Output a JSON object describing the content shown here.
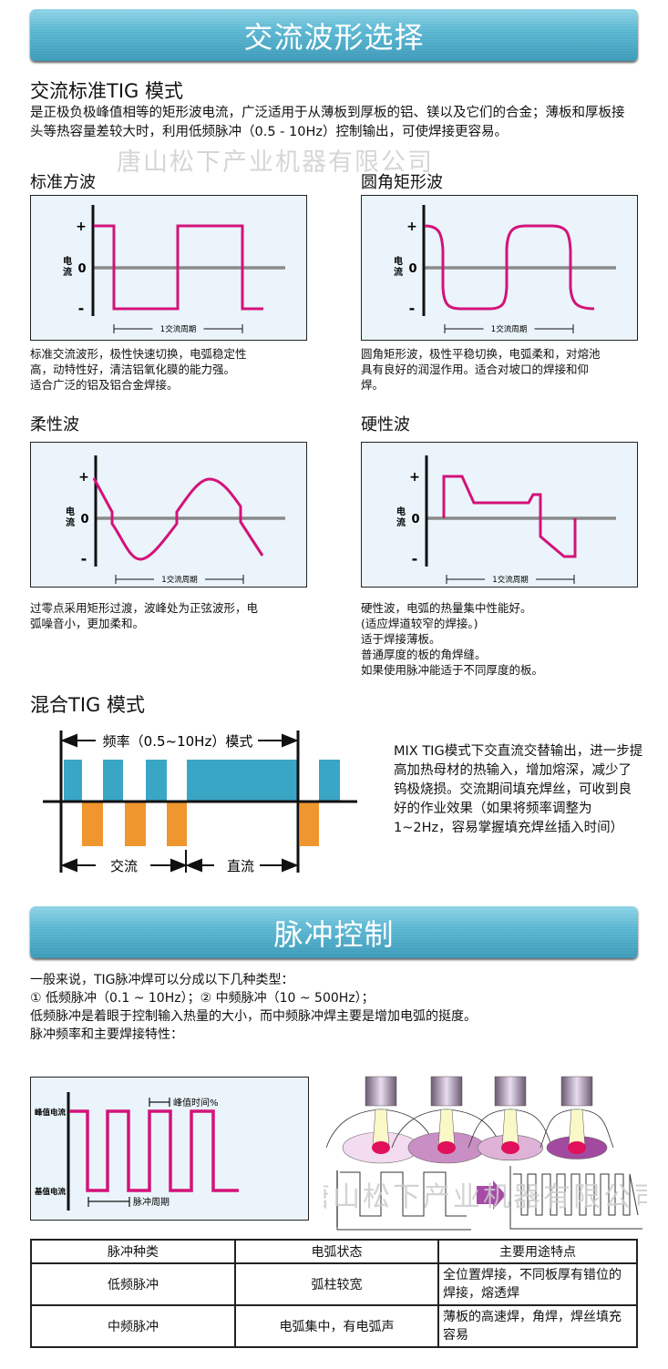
{
  "section1": {
    "banner": "交流波形选择",
    "heading": "交流标准TIG 模式",
    "intro": "是正极负极峰值相等的矩形波电流，广泛适用于从薄板到厚板的铝、镁以及它们的合金；薄板和厚板接头等热容量差较大时，利用低频脉冲（0.5 - 10Hz）控制输出，可使焊接更容易。",
    "watermark": "唐山松下产业机器有限公司",
    "axis": {
      "plus": "+",
      "zero": "0",
      "minus": "-",
      "label_top": "电",
      "label_bottom": "流",
      "period": "1交流周期"
    },
    "waves": [
      {
        "title": "标准方波",
        "caption": [
          "标准交流波形，极性快速切换，电弧稳定性",
          "高，动特性好，清洁铝氧化膜的能力强。",
          "适合广泛的铝及铝合金焊接。"
        ]
      },
      {
        "title": "圆角矩形波",
        "caption": [
          "圆角矩形波，极性平稳切换，电弧柔和，对熔池",
          "具有良好的润湿作用。适合对坡口的焊接和仰",
          "焊。"
        ]
      },
      {
        "title": "柔性波",
        "caption": [
          "过零点采用矩形过渡，波峰处为正弦波形，电",
          "弧噪音小，更加柔和。"
        ]
      },
      {
        "title": "硬性波",
        "caption": [
          "硬性波，电弧的热量集中性能好。",
          "(适应焊道较窄的焊接。)",
          "适于焊接薄板。",
          "普通厚度的板的角焊缝。",
          "如果使用脉冲能适于不同厚度的板。"
        ]
      }
    ],
    "wave_color": "#d4127a"
  },
  "mix": {
    "heading": "混合TIG 模式",
    "freq_label": "频率（0.5~10Hz）模式",
    "ac_label": "交流",
    "dc_label": "直流",
    "description": "MIX TIG模式下交直流交替输出，进一步提高加热母材的热输入，增加熔深，减少了钨极烧损。交流期间填充焊丝，可收到良好的作业效果（如果将频率调整为1~2Hz，容易掌握填充焊丝插入时间）",
    "positive_color": "#3aa6c6",
    "negative_color": "#f0962e"
  },
  "section2": {
    "banner": "脉冲控制",
    "lines": [
      "一般来说，TIG脉冲焊可以分成以下几种类型：",
      "① 低频脉冲（0.1 ~ 10Hz）；② 中频脉冲（10 ~ 500Hz）；",
      "低频脉冲是着眼于控制输入热量的大小，而中频脉冲焊主要是增加电弧的挺度。",
      "脉冲频率和主要焊接特性："
    ],
    "pulse_chart": {
      "peak_label": "峰值电流",
      "base_label": "基值电流",
      "peak_time": "峰值时间%",
      "period": "脉冲周期"
    },
    "watermark": "唐山松下产业机器有限公司",
    "table": {
      "headers": [
        "脉冲种类",
        "电弧状态",
        "主要用途特点"
      ],
      "rows": [
        [
          "低频脉冲",
          "弧柱较宽",
          "全位置焊接，不同板厚有错位的焊接，熔透焊"
        ],
        [
          "中频脉冲",
          "电弧集中，有电弧声",
          "薄板的高速焊，角焊，焊丝填充容易"
        ]
      ]
    }
  }
}
